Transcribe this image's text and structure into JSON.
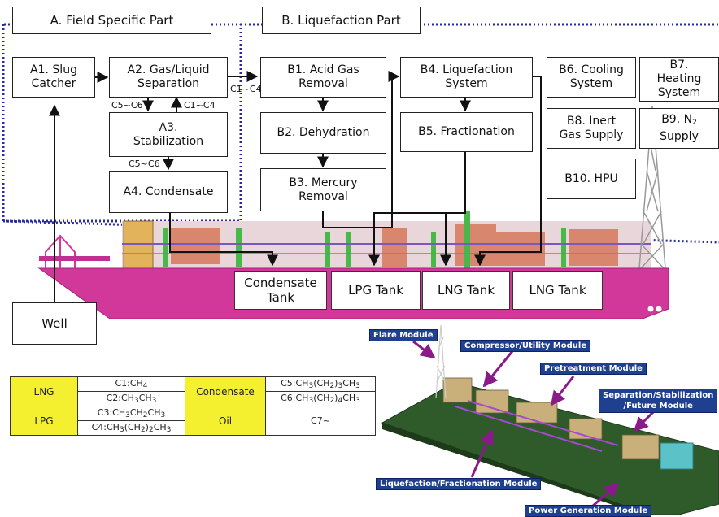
{
  "headers": {
    "field": "A. Field Specific Part",
    "liquefaction": "B. Liquefaction Part"
  },
  "boxes": {
    "a1": "A1. Slug\nCatcher",
    "a2": "A2. Gas/Liquid\nSeparation",
    "a3": "A3.\nStabilization",
    "a4": "A4. Condensate",
    "b1": "B1. Acid Gas\nRemoval",
    "b2": "B2. Dehydration",
    "b3": "B3. Mercury\nRemoval",
    "b4": "B4. Liquefaction\nSystem",
    "b5": "B5. Fractionation",
    "b6": "B6. Cooling\nSystem",
    "b7": "B7.\nHeating\nSystem",
    "b8": "B8. Inert\nGas Supply",
    "b9_prefix": "B9. N",
    "b9_sub": "2",
    "b9_suffix": "Supply",
    "b10": "B10. HPU"
  },
  "flow_labels": {
    "c5c6_left": "C5~C6",
    "c1c4_up": "C1~C4",
    "c1c4_right": "C1~C4",
    "c5c6_lower": "C5~C6"
  },
  "well": "Well",
  "tanks": [
    "Condensate\nTank",
    "LPG Tank",
    "LNG Tank",
    "LNG Tank"
  ],
  "modules": {
    "flare": "Flare Module",
    "compressor": "Compressor/Utility Module",
    "pretreatment": "Pretreatment Module",
    "separation_1": "Separation/Stabilization",
    "separation_2": "/Future Module",
    "liquefaction": "Liquefaction/Fractionation Module",
    "power": "Power Generation Module"
  },
  "hc_table": {
    "lng": "LNG",
    "lpg": "LPG",
    "condensate": "Condensate",
    "oil": "Oil",
    "c7": "C7~",
    "c1": {
      "a": "C1:CH",
      "s1": "4",
      "b": "",
      "s2": "",
      "c": ""
    },
    "c2": {
      "a": "C2:CH",
      "s1": "3",
      "b": "CH",
      "s2": "3",
      "c": ""
    },
    "c3": {
      "a": "C3:CH",
      "s1": "3",
      "b": "CH",
      "s2": "2",
      "c": "CH",
      "s3": "3"
    },
    "c4": {
      "a": "C4:CH",
      "s1": "3",
      "b": "(CH",
      "s2": "2",
      "c": ")",
      "s3": "2",
      "d": "CH",
      "s4": "3"
    },
    "c5": {
      "a": "C5:CH",
      "s1": "3",
      "b": "(CH",
      "s2": "2",
      "c": ")",
      "s3": "3",
      "d": "CH",
      "s4": "3"
    },
    "c6": {
      "a": "C6:CH",
      "s1": "3",
      "b": "(CH",
      "s2": "2",
      "c": ")",
      "s3": "4",
      "d": "CH",
      "s4": "3"
    }
  },
  "colors": {
    "hull": "#d2379a",
    "dotted": "#2a2aa0",
    "table_highlight": "#f4f030",
    "module_label": "#1f3f8f",
    "deck_green": "#2f5a2a"
  }
}
